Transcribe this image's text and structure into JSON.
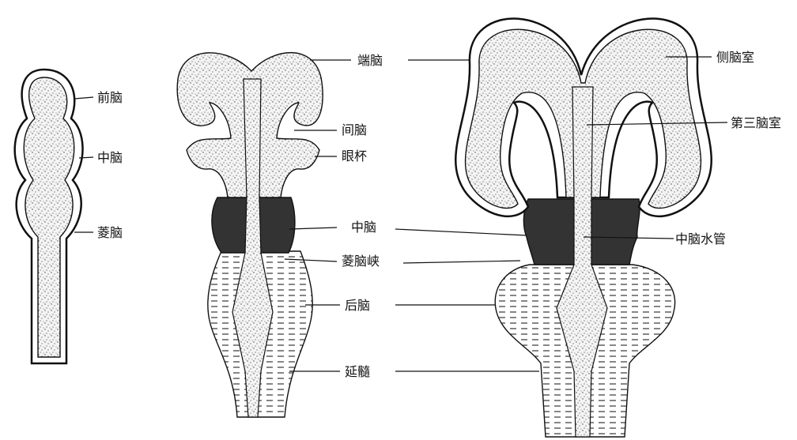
{
  "labels": {
    "forebrain": "前脑",
    "midbrain_a": "中脑",
    "rhombencephalon": "菱脑",
    "telencephalon": "端脑",
    "diencephalon": "间脑",
    "optic_cup": "眼杯",
    "midbrain_b": "中脑",
    "isthmus": "菱脑峡",
    "metencephalon": "后脑",
    "medulla": "延髓",
    "lateral_ventricle": "侧脑室",
    "third_ventricle": "第三脑室",
    "aqueduct": "中脑水管"
  }
}
